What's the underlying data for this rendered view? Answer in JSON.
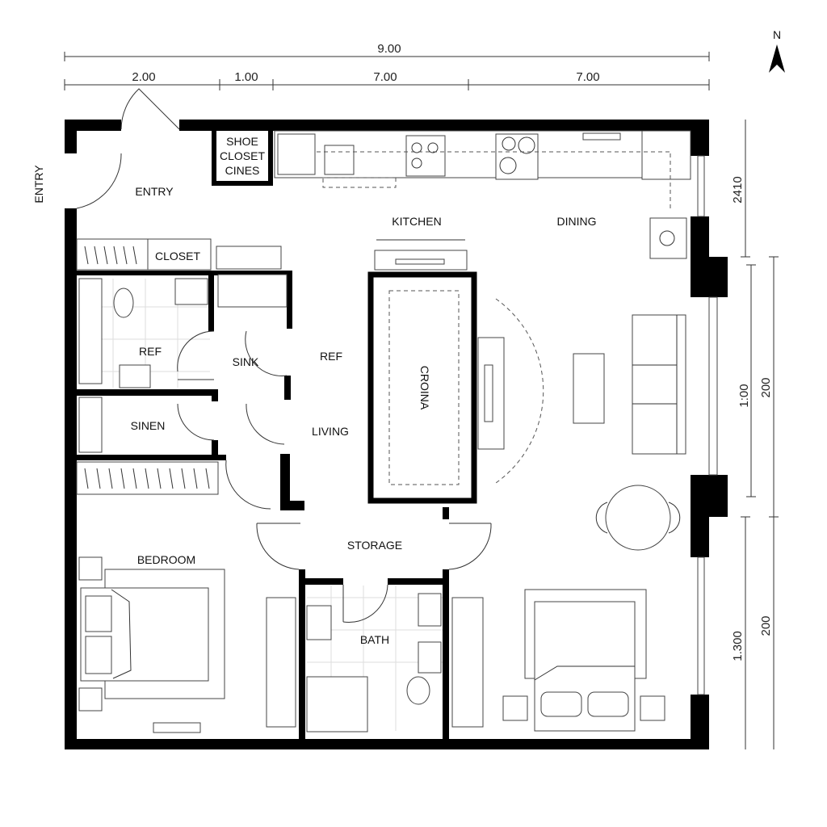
{
  "dimensions": {
    "top_total": "9.00",
    "top_segments": [
      "2.00",
      "1.00",
      "7.00",
      "7.00"
    ],
    "right": [
      "2410",
      "1:00",
      "200",
      "1.300",
      "200"
    ]
  },
  "north_label": "N",
  "rooms": {
    "entry_side": "ENTRY",
    "entry": "ENTRY",
    "shoe_closet": [
      "SHOE",
      "CLOSET",
      "CINES"
    ],
    "kitchen": "KITCHEN",
    "dining": "DINING",
    "closet": "CLOSET",
    "ref_left": "REF",
    "sink": "SINK",
    "ref_center": "REF",
    "sinen": "SINEN",
    "living": "LIVING",
    "island": "CROINA",
    "storage": "STORAGE",
    "bedroom": "BEDROOM",
    "bath": "BATH"
  },
  "colors": {
    "wall": "#000000",
    "line": "#333333"
  }
}
